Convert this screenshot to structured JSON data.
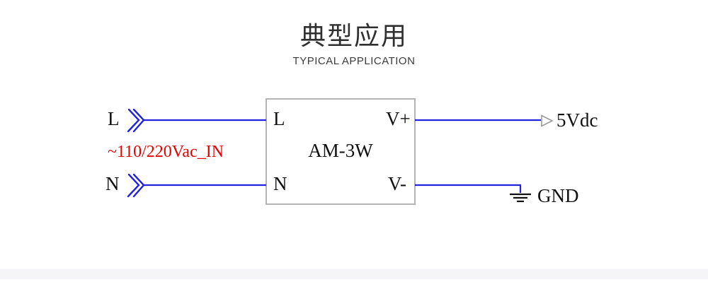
{
  "header": {
    "title": "典型应用",
    "subtitle": "TYPICAL APPLICATION"
  },
  "diagram": {
    "module": {
      "name": "AM-3W",
      "pin_top_left": "L",
      "pin_bottom_left": "N",
      "pin_top_right": "V+",
      "pin_bottom_right": "V-"
    },
    "inputs": {
      "line_label": "L",
      "neutral_label": "N",
      "source_label": "~110/220Vac_IN"
    },
    "outputs": {
      "positive_label": "5Vdc",
      "ground_label": "GND"
    }
  },
  "colors": {
    "wire_blue": "#2222dd",
    "input_text_red": "#e60000",
    "module_border_gray": "#b3b3b3",
    "arrow_outline_gray": "#999999",
    "ground_black": "#111111",
    "footer_bar_gray": "#f5f4f6"
  }
}
